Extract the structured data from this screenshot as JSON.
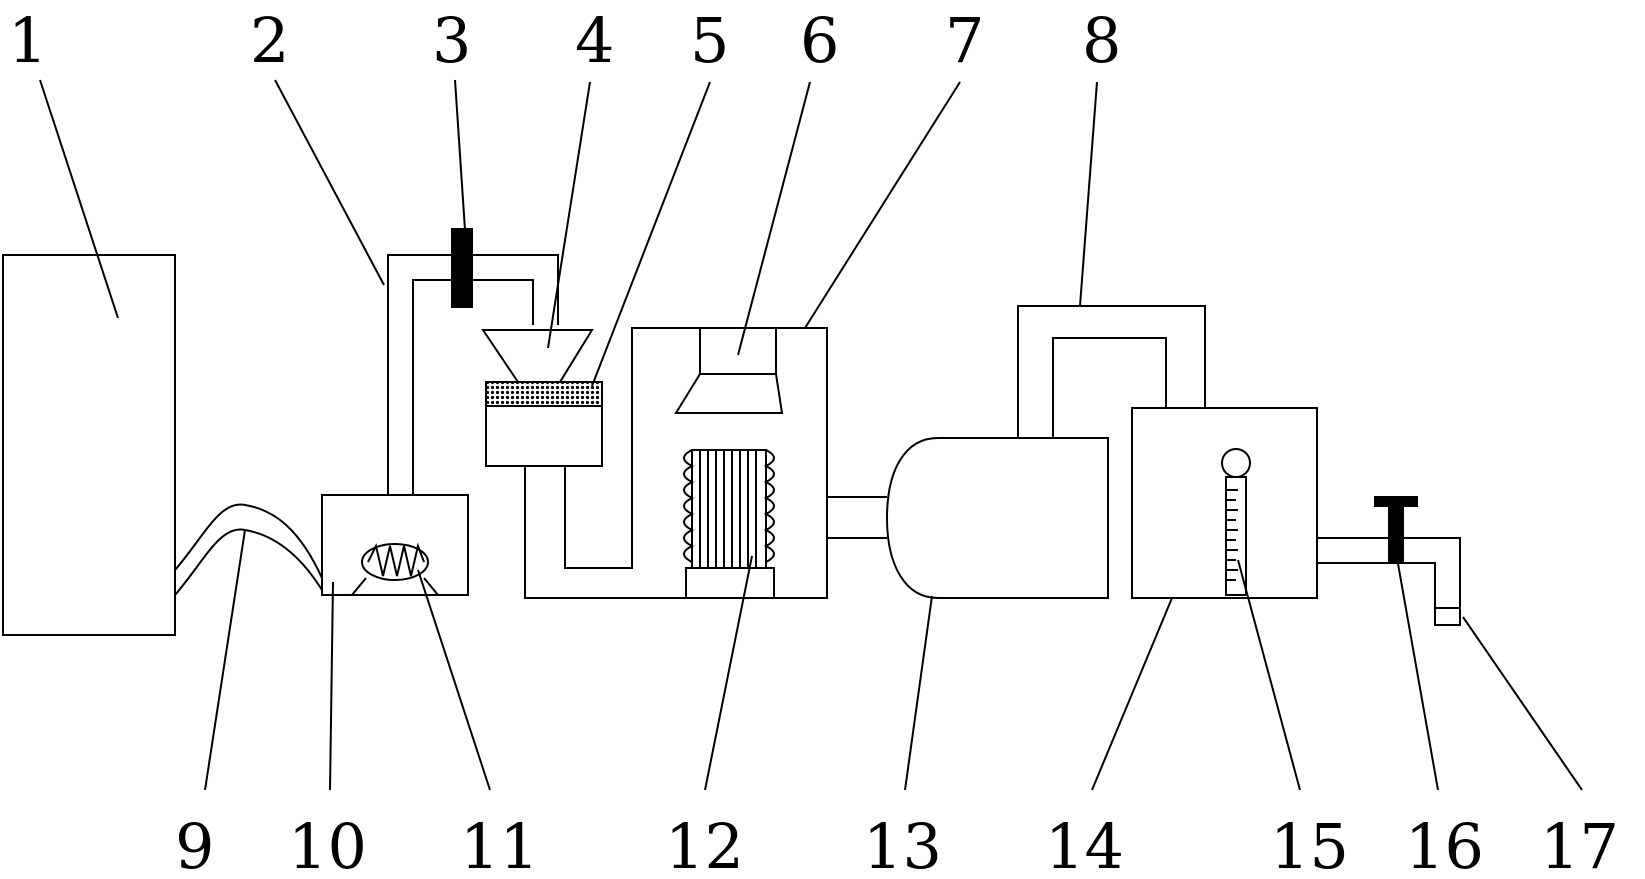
{
  "labels_top": [
    "1",
    "2",
    "3",
    "4",
    "5",
    "6",
    "7",
    "8"
  ],
  "labels_bottom": [
    "9",
    "10",
    "11",
    "12",
    "13",
    "14",
    "15",
    "16",
    "17"
  ]
}
